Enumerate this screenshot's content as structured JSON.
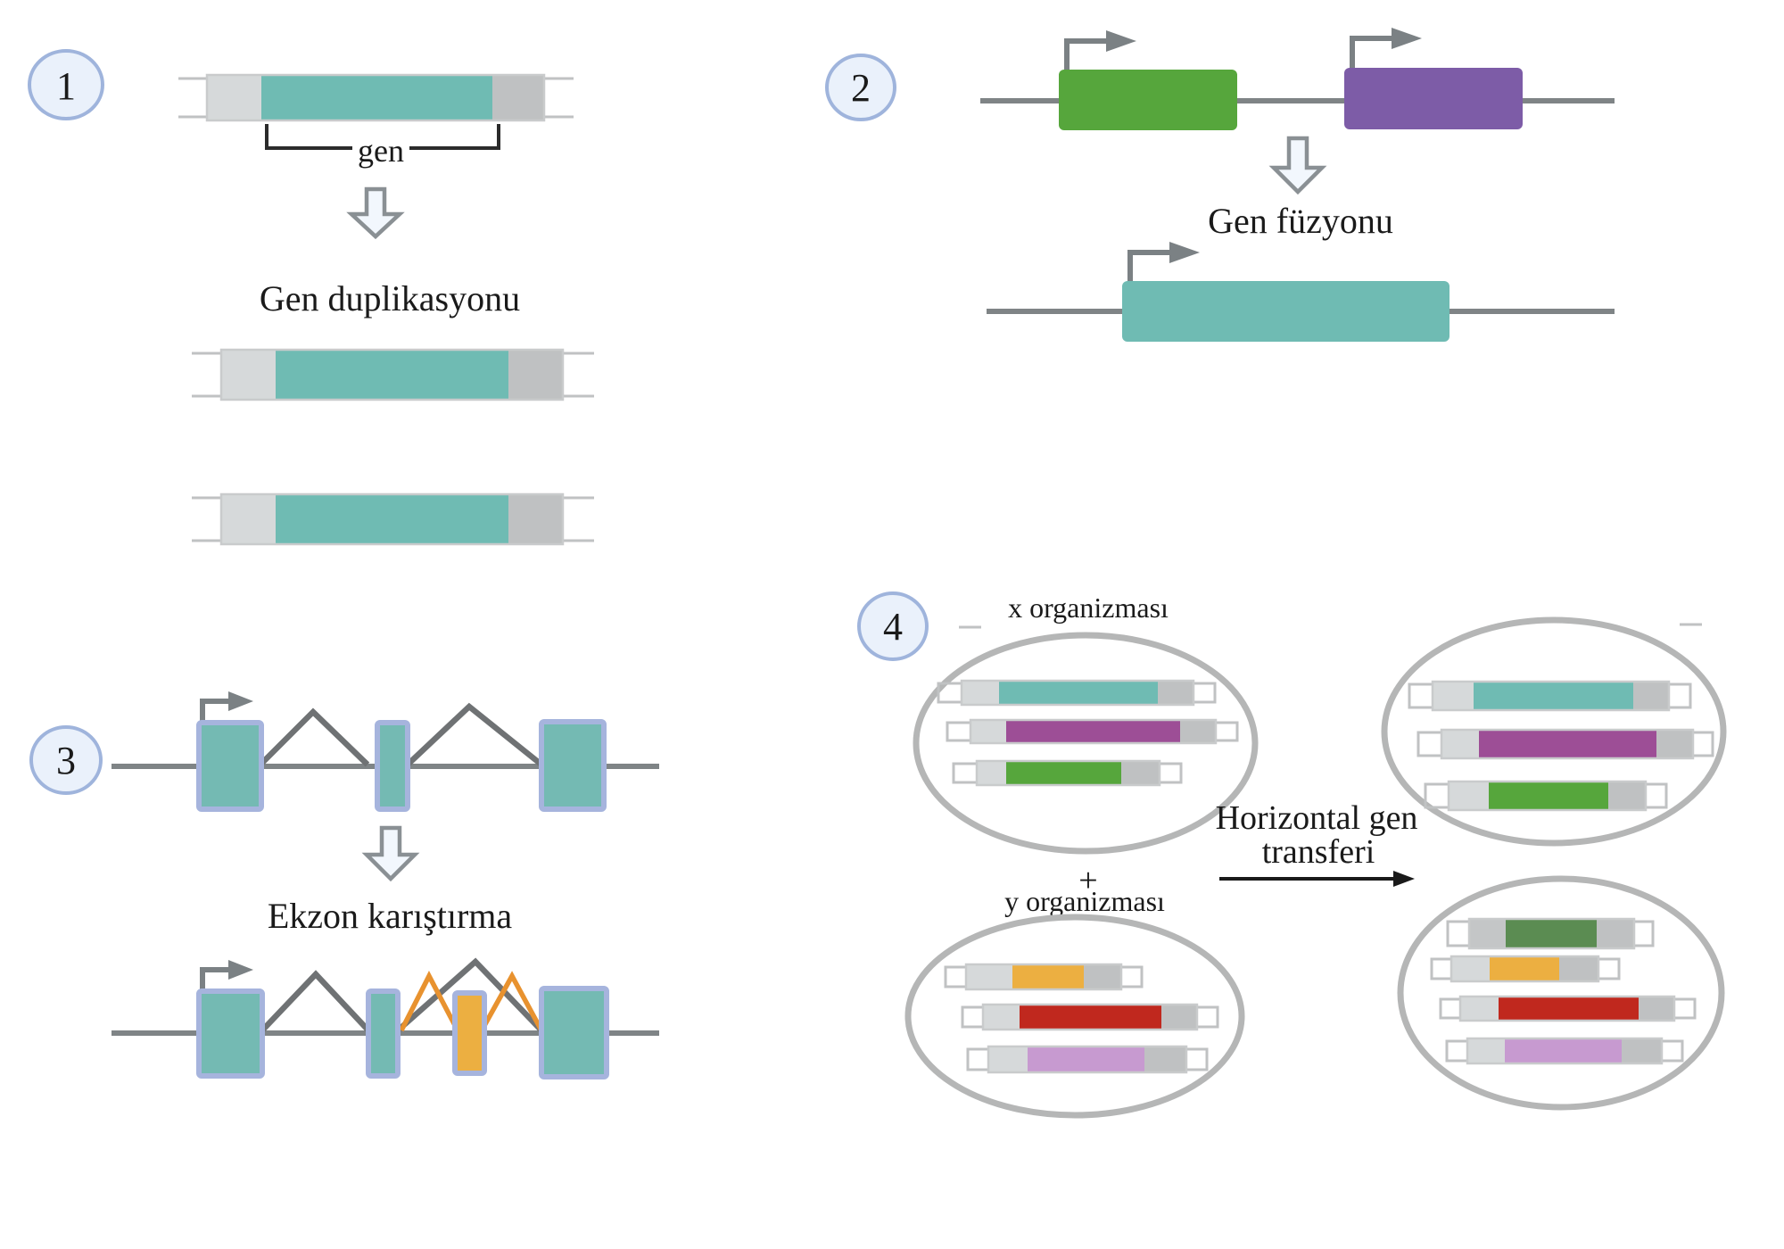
{
  "panels": {
    "p1": {
      "number": "1",
      "bracket_label": "gen",
      "title": "Gen duplikasyonu"
    },
    "p2": {
      "number": "2",
      "title": "Gen füzyonu"
    },
    "p3": {
      "number": "3",
      "title": "Ekzon karıştırma"
    },
    "p4": {
      "number": "4",
      "organism_x_label": "x organizması",
      "plus_sign": "+",
      "organism_y_label": "y organizması",
      "transfer_label_line1": "Horizontal gen",
      "transfer_label_line2": "transferi"
    }
  },
  "colors": {
    "teal": "#6FBBB3",
    "exon_teal": "#74BAB3",
    "green": "#56A63C",
    "dark_green": "#5B8C52",
    "purple": "#7D5CA7",
    "magenta_purple": "#9D4E96",
    "orange": "#ECAF41",
    "red": "#C0281E",
    "plum": "#C79AD0",
    "light_gray_cap": "#D6D9DA",
    "gray_cap": "#BFC1C2",
    "medium_gray_cap": "#C4C6C7",
    "bar_outline": "#C9CBCC",
    "dash_gray": "#C0C2C3",
    "chromosome_line": "#7F8486",
    "promoter_gray": "#7B8184",
    "intron_gray": "#6F7274",
    "orange_splice": "#E8922F",
    "exon_border": "#A6B4DD",
    "circle_fill": "#EAF1FB",
    "circle_border": "#9FB4DC",
    "block_arrow_fill": "#F2F7FD",
    "block_arrow_border": "#8A9094",
    "ellipse_border": "#B5B6B6",
    "bracket_black": "#2B2B2B",
    "text_black": "#1A1A1A",
    "arrow_black": "#1A1A1A"
  }
}
